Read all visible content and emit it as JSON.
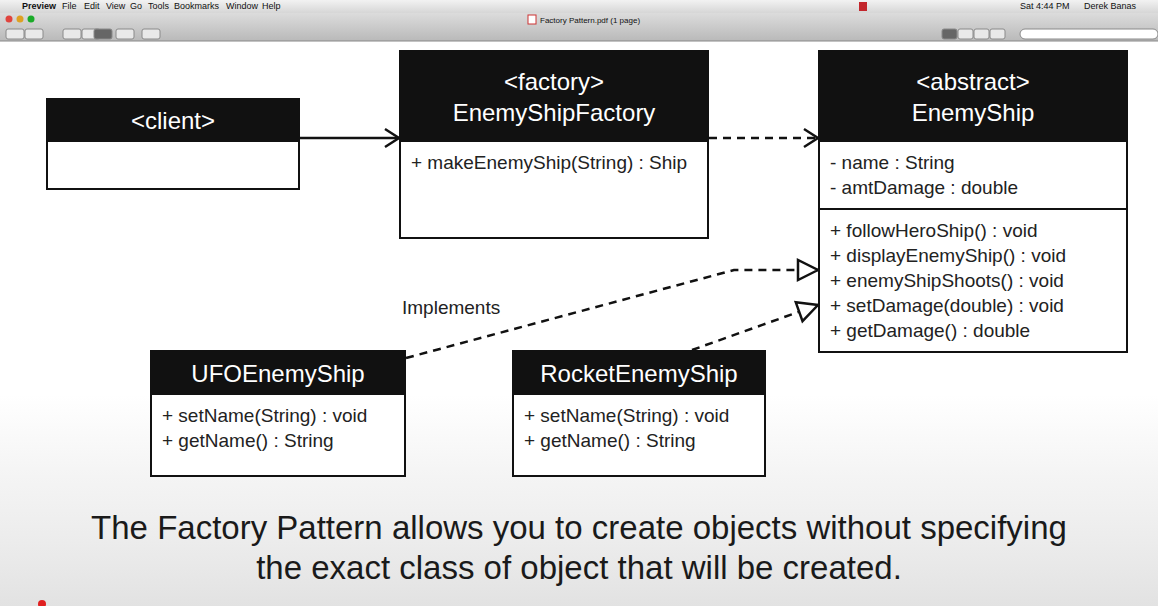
{
  "diagram": {
    "caption": "The Factory Pattern allows you to create objects without specifying the exact class of object that will be created.",
    "nodes": [
      {
        "text": [
          "<client>"
        ]
      },
      {
        "text": [
          "<factory> EnemyShipFactory",
          "+ makeEnemyShip(String) : Ship"
        ]
      },
      {
        "text": [
          "<abstract> EnemyShip",
          "- name : String",
          "- amtDamage : double",
          "+ followHeroShip() : void",
          "+ displayEnemyShip() : void",
          "+ enemyShipShoots() : void",
          "+ setDamage(double) : void",
          "+ getDamage() : double"
        ]
      },
      {
        "text": [
          "UFOEnemyShip",
          "+ setName(String) : void",
          "+ getName() : String"
        ]
      },
      {
        "text": [
          "RocketEnemyShip",
          "+ setName(String) : void",
          "+ getName() : String"
        ]
      }
    ],
    "edges": [
      {
        "from": 0,
        "to": 1,
        "arrow": "to"
      },
      {
        "from": 1,
        "to": 2,
        "arrow": "to"
      },
      {
        "from": 3,
        "to": 2,
        "label": "Implements",
        "arrow": "to"
      },
      {
        "from": 4,
        "to": 2,
        "arrow": "to"
      }
    ],
    "labels": [
      "Preview",
      "File",
      "Edit",
      "View",
      "Go",
      "Tools",
      "Bookmarks",
      "Window",
      "Help",
      "Factory Pattern.pdf (1 page)",
      "Sat 4:44 PM",
      "Derek Banas"
    ]
  }
}
